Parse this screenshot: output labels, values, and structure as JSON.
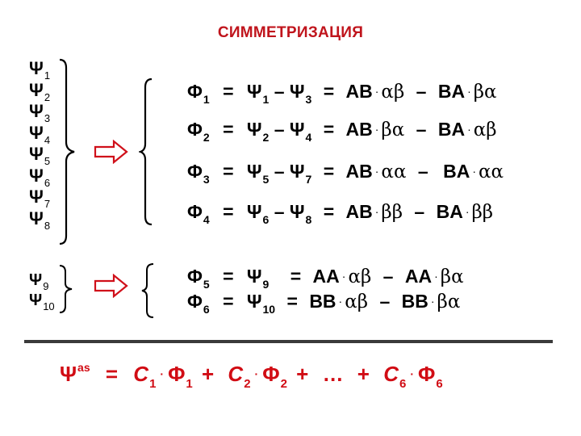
{
  "title": "СИММЕТРИЗАЦИЯ",
  "colors": {
    "title": "#c0141c",
    "arrow": "#d0101a",
    "final_equation": "#d10c14",
    "divider": "#3a3a3a"
  },
  "group1": {
    "psi_symbol": "Ψ",
    "psi_indices": [
      "1",
      "2",
      "3",
      "4",
      "5",
      "6",
      "7",
      "8"
    ],
    "equations": [
      {
        "phi": "Φ",
        "phi_idx": "1",
        "eq1": "=",
        "psiA": "Ψ",
        "a_idx": "1",
        "minus": "–",
        "psiB": "Ψ",
        "b_idx": "3",
        "eq2": "=",
        "left_label": "AB",
        "dot": "·",
        "left_spin": "αβ",
        "sep": "–",
        "right_label": "BA",
        "right_spin": "βα"
      },
      {
        "phi": "Φ",
        "phi_idx": "2",
        "eq1": "=",
        "psiA": "Ψ",
        "a_idx": "2",
        "minus": "–",
        "psiB": "Ψ",
        "b_idx": "4",
        "eq2": "=",
        "left_label": "AB",
        "dot": "·",
        "left_spin": "βα",
        "sep": "–",
        "right_label": "BA",
        "right_spin": "αβ"
      },
      {
        "phi": "Φ",
        "phi_idx": "3",
        "eq1": "=",
        "psiA": "Ψ",
        "a_idx": "5",
        "minus": "–",
        "psiB": "Ψ",
        "b_idx": "7",
        "eq2": "=",
        "left_label": "AB",
        "dot": "·",
        "left_spin": "αα",
        "sep": "–",
        "right_label": "BA",
        "right_spin": "αα"
      },
      {
        "phi": "Φ",
        "phi_idx": "4",
        "eq1": "=",
        "psiA": "Ψ",
        "a_idx": "6",
        "minus": "–",
        "psiB": "Ψ",
        "b_idx": "8",
        "eq2": "=",
        "left_label": "AB",
        "dot": "·",
        "left_spin": "ββ",
        "sep": "–",
        "right_label": "BA",
        "right_spin": "ββ"
      }
    ]
  },
  "group2": {
    "psi_symbol": "Ψ",
    "psi_indices": [
      "9",
      "10"
    ],
    "equations": [
      {
        "phi": "Φ",
        "phi_idx": "5",
        "eq1": "=",
        "psi": "Ψ",
        "psi_idx": "9",
        "eq2": "=",
        "left_label": "AA",
        "dot": "·",
        "left_spin": "αβ",
        "sep": "–",
        "right_label": "AA",
        "right_spin": "βα"
      },
      {
        "phi": "Φ",
        "phi_idx": "6",
        "eq1": "=",
        "psi": "Ψ",
        "psi_idx": "10",
        "eq2": "=",
        "left_label": "BB",
        "dot": "·",
        "left_spin": "αβ",
        "sep": "–",
        "right_label": "BB",
        "right_spin": "βα"
      }
    ]
  },
  "final": {
    "psi": "Ψ",
    "sup": "as",
    "eq": "=",
    "c": "C",
    "phi": "Φ",
    "dot": "·",
    "plus": "+",
    "ellipsis": "…",
    "i1": "1",
    "i2": "2",
    "i6": "6"
  }
}
